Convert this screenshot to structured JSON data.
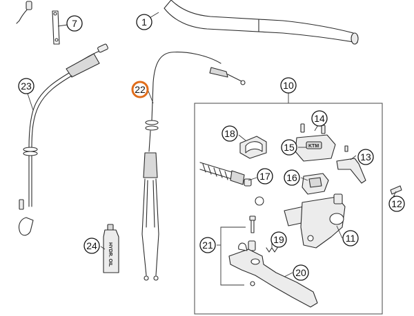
{
  "callouts": [
    {
      "id": "1",
      "label": "1"
    },
    {
      "id": "7",
      "label": "7"
    },
    {
      "id": "10",
      "label": "10"
    },
    {
      "id": "11",
      "label": "11"
    },
    {
      "id": "12",
      "label": "12"
    },
    {
      "id": "13",
      "label": "13"
    },
    {
      "id": "14",
      "label": "14"
    },
    {
      "id": "15",
      "label": "15"
    },
    {
      "id": "16",
      "label": "16"
    },
    {
      "id": "17",
      "label": "17"
    },
    {
      "id": "18",
      "label": "18"
    },
    {
      "id": "19",
      "label": "19"
    },
    {
      "id": "20",
      "label": "20"
    },
    {
      "id": "21",
      "label": "21"
    },
    {
      "id": "22",
      "label": "22"
    },
    {
      "id": "23",
      "label": "23"
    },
    {
      "id": "24",
      "label": "24"
    }
  ],
  "selected_callout": "22",
  "oil_bottle_label": "HYDR. OIL",
  "colors": {
    "highlight": "#e06d1b",
    "ink": "#2a2a2a"
  }
}
